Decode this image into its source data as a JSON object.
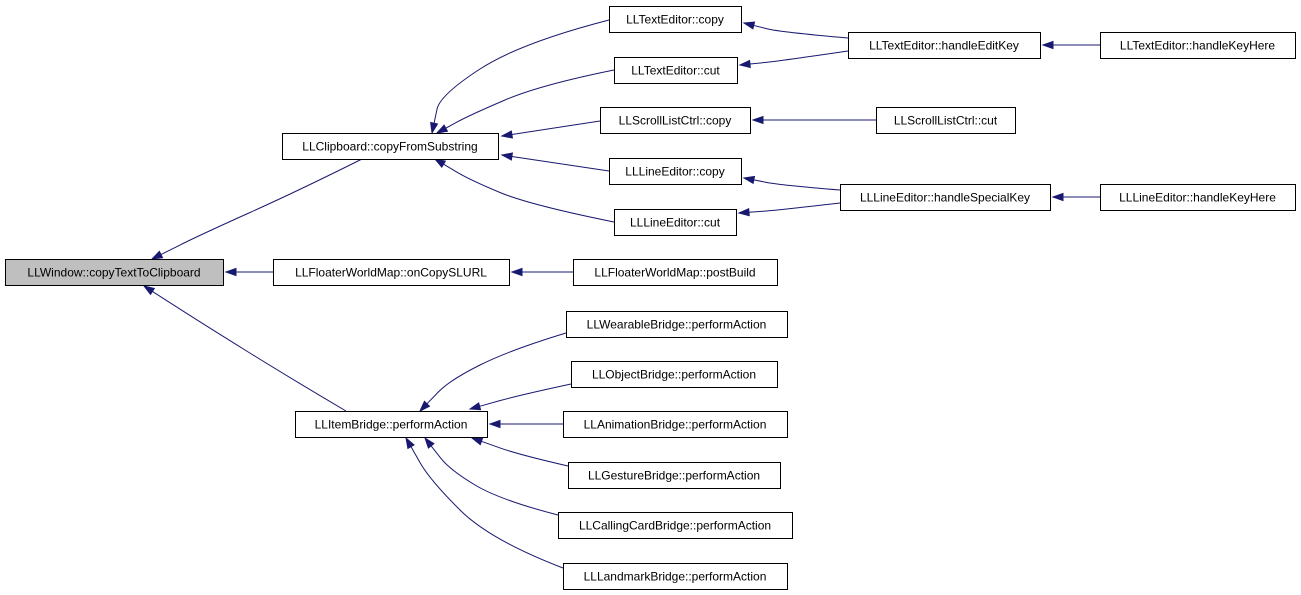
{
  "graph": {
    "colors": {
      "edge": "#191970",
      "node_fill": "#ffffff",
      "root_fill": "#bfbfbf",
      "border": "#000000"
    },
    "nodes": [
      {
        "id": "root",
        "label": "LLWindow::copyTextToClipboard",
        "highlighted": true
      },
      {
        "id": "clipboard",
        "label": "LLClipboard::copyFromSubstring"
      },
      {
        "id": "floater",
        "label": "LLFloaterWorldMap::onCopySLURL"
      },
      {
        "id": "itembridge",
        "label": "LLItemBridge::performAction"
      },
      {
        "id": "te_copy",
        "label": "LLTextEditor::copy"
      },
      {
        "id": "te_cut",
        "label": "LLTextEditor::cut"
      },
      {
        "id": "slc_copy",
        "label": "LLScrollListCtrl::copy"
      },
      {
        "id": "le_copy",
        "label": "LLLineEditor::copy"
      },
      {
        "id": "le_cut",
        "label": "LLLineEditor::cut"
      },
      {
        "id": "te_handle",
        "label": "LLTextEditor::handleEditKey"
      },
      {
        "id": "slc_cut",
        "label": "LLScrollListCtrl::cut"
      },
      {
        "id": "le_handle",
        "label": "LLLineEditor::handleSpecialKey"
      },
      {
        "id": "te_key",
        "label": "LLTextEditor::handleKeyHere"
      },
      {
        "id": "le_key",
        "label": "LLLineEditor::handleKeyHere"
      },
      {
        "id": "fwm_post",
        "label": "LLFloaterWorldMap::postBuild"
      },
      {
        "id": "wear",
        "label": "LLWearableBridge::performAction"
      },
      {
        "id": "obj",
        "label": "LLObjectBridge::performAction"
      },
      {
        "id": "anim",
        "label": "LLAnimationBridge::performAction"
      },
      {
        "id": "gest",
        "label": "LLGestureBridge::performAction"
      },
      {
        "id": "call",
        "label": "LLCallingCardBridge::performAction"
      },
      {
        "id": "land",
        "label": "LLLandmarkBridge::performAction"
      }
    ],
    "edges": [
      {
        "from": "clipboard",
        "to": "root"
      },
      {
        "from": "floater",
        "to": "root"
      },
      {
        "from": "itembridge",
        "to": "root"
      },
      {
        "from": "te_copy",
        "to": "clipboard"
      },
      {
        "from": "te_cut",
        "to": "clipboard"
      },
      {
        "from": "slc_copy",
        "to": "clipboard"
      },
      {
        "from": "le_copy",
        "to": "clipboard"
      },
      {
        "from": "le_cut",
        "to": "clipboard"
      },
      {
        "from": "te_handle",
        "to": "te_copy"
      },
      {
        "from": "te_handle",
        "to": "te_cut"
      },
      {
        "from": "te_key",
        "to": "te_handle"
      },
      {
        "from": "slc_cut",
        "to": "slc_copy"
      },
      {
        "from": "le_handle",
        "to": "le_copy"
      },
      {
        "from": "le_handle",
        "to": "le_cut"
      },
      {
        "from": "le_key",
        "to": "le_handle"
      },
      {
        "from": "fwm_post",
        "to": "floater"
      },
      {
        "from": "wear",
        "to": "itembridge"
      },
      {
        "from": "obj",
        "to": "itembridge"
      },
      {
        "from": "anim",
        "to": "itembridge"
      },
      {
        "from": "gest",
        "to": "itembridge"
      },
      {
        "from": "call",
        "to": "itembridge"
      },
      {
        "from": "land",
        "to": "itembridge"
      }
    ]
  }
}
